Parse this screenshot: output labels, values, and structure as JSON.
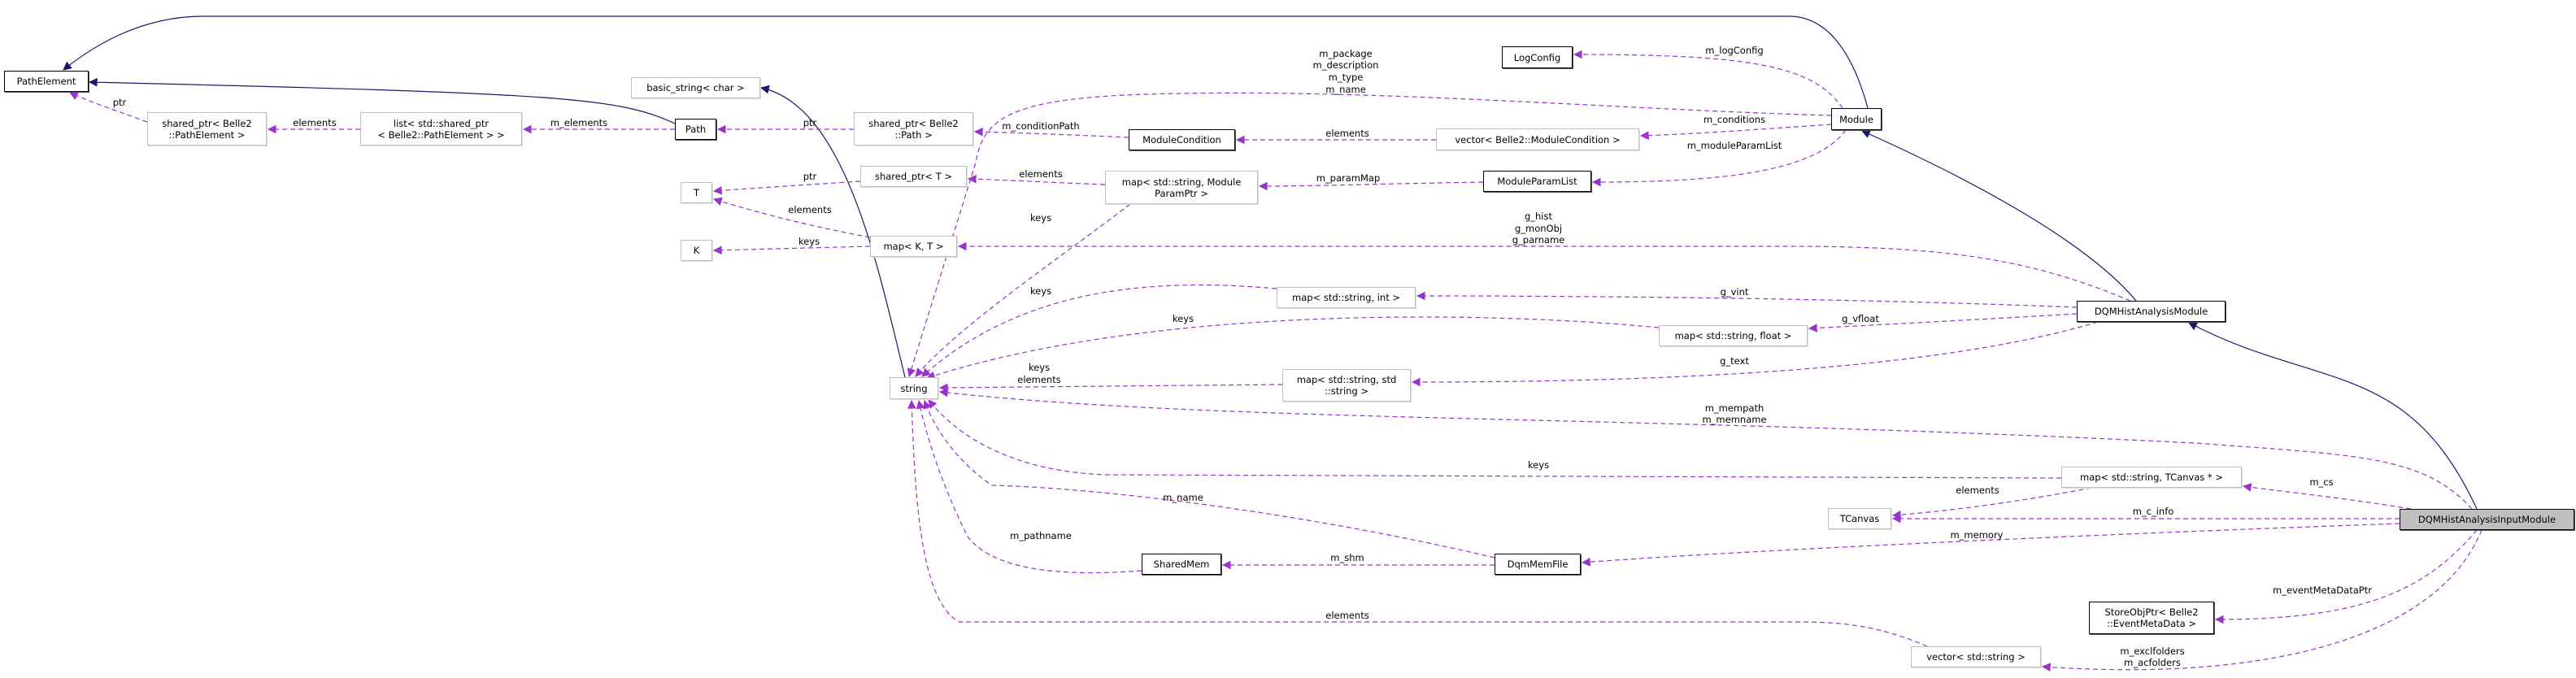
{
  "colors": {
    "inheritance": "#191970",
    "usage": "#9a32cd",
    "self_fill": "#bfbfbf"
  },
  "nodes": {
    "path_element": [
      "PathElement"
    ],
    "basic_string": [
      "basic_string< char >"
    ],
    "shared_ptr_pe": [
      "shared_ptr< Belle2",
      "::PathElement >"
    ],
    "list_pe": [
      "list< std::shared_ptr",
      "< Belle2::PathElement > >"
    ],
    "path": [
      "Path"
    ],
    "shared_ptr_path": [
      "shared_ptr< Belle2",
      "::Path >"
    ],
    "module_condition": [
      "ModuleCondition"
    ],
    "vector_mc": [
      "vector< Belle2::ModuleCondition >"
    ],
    "log_config": [
      "LogConfig"
    ],
    "module": [
      "Module"
    ],
    "t": [
      "T"
    ],
    "k": [
      "K"
    ],
    "shared_ptr_t": [
      "shared_ptr< T >"
    ],
    "map_mpp": [
      "map< std::string, Module",
      "ParamPtr >"
    ],
    "module_param_list": [
      "ModuleParamList"
    ],
    "map_kt": [
      "map< K, T >"
    ],
    "map_int": [
      "map< std::string, int >"
    ],
    "map_float": [
      "map< std::string, float >"
    ],
    "map_string": [
      "map< std::string, std",
      "::string >"
    ],
    "string": [
      "string"
    ],
    "dqm_module": [
      "DQMHistAnalysisModule"
    ],
    "map_tcanvas": [
      "map< std::string, TCanvas * >"
    ],
    "tcanvas": [
      "TCanvas"
    ],
    "input_module": [
      "DQMHistAnalysisInputModule"
    ],
    "shared_mem": [
      "SharedMem"
    ],
    "dqm_mem_file": [
      "DqmMemFile"
    ],
    "store_obj_ptr": [
      "StoreObjPtr< Belle2",
      "::EventMetaData >"
    ],
    "vector_string": [
      "vector< std::string >"
    ]
  },
  "edge_labels": {
    "ptr_pe": [
      "ptr"
    ],
    "elements_list": [
      "elements"
    ],
    "m_elements": [
      "m_elements"
    ],
    "ptr_path": [
      "ptr"
    ],
    "m_conditionPath": [
      "m_conditionPath"
    ],
    "elements_mc": [
      "elements"
    ],
    "m_logConfig": [
      "m_logConfig"
    ],
    "m_conditions": [
      "m_conditions"
    ],
    "m_moduleParamList": [
      "m_moduleParamList"
    ],
    "module_strings": [
      "m_package",
      "m_description",
      "m_type",
      "m_name"
    ],
    "m_paramMap": [
      "m_paramMap"
    ],
    "elements_spt": [
      "elements"
    ],
    "keys_mpp": [
      "keys"
    ],
    "ptr_t": [
      "ptr"
    ],
    "elements_kt": [
      "elements"
    ],
    "keys_kt": [
      "keys"
    ],
    "g_hist": [
      "g_hist",
      "g_monObj",
      "g_parname"
    ],
    "g_vint": [
      "g_vint"
    ],
    "g_vfloat": [
      "g_vfloat"
    ],
    "g_text": [
      "g_text"
    ],
    "keys_int": [
      "keys"
    ],
    "keys_float": [
      "keys"
    ],
    "keys_elements_ss": [
      "keys",
      "elements"
    ],
    "m_mempath": [
      "m_mempath",
      "m_memname"
    ],
    "keys_tc": [
      "keys"
    ],
    "elements_tc": [
      "elements"
    ],
    "m_cs": [
      "m_cs"
    ],
    "m_c_info": [
      "m_c_info"
    ],
    "m_memory": [
      "m_memory"
    ],
    "m_shm": [
      "m_shm"
    ],
    "m_name": [
      "m_name"
    ],
    "m_pathname": [
      "m_pathname"
    ],
    "elements_vs": [
      "elements"
    ],
    "m_eventMetaDataPtr": [
      "m_eventMetaDataPtr"
    ],
    "m_folders": [
      "m_exclfolders",
      "m_acfolders"
    ]
  }
}
